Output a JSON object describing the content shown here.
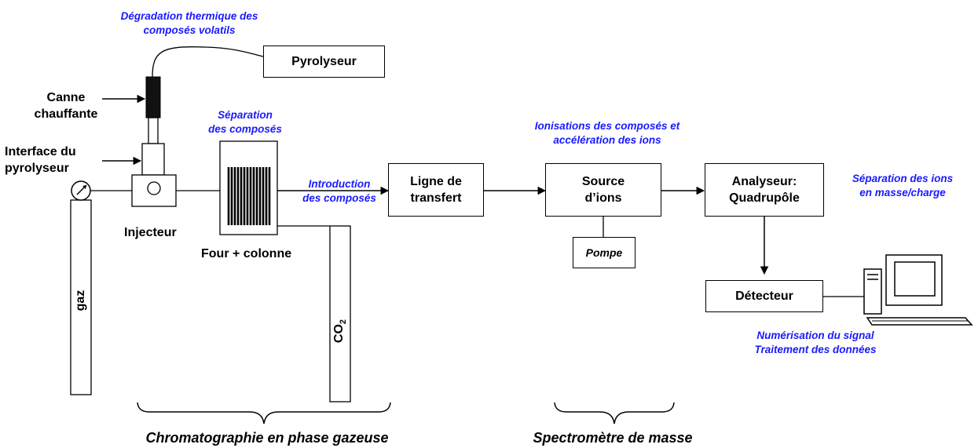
{
  "annotations": {
    "thermal_degradation": "Dégradation thermique des\ncomposés volatils",
    "compound_separation": "Séparation\ndes composés",
    "introduction": "Introduction\ndes composés",
    "ionisation": "Ionisations des composés et\naccélération des ions",
    "ion_separation": "Séparation des ions\nen masse/charge",
    "digitisation": "Numérisation du signal\nTraitement des données"
  },
  "labels": {
    "heated_rod": "Canne\nchauffante",
    "pyrolyser_interface": "Interface du\npyrolyseur",
    "injector": "Injecteur",
    "oven_column": "Four + colonne",
    "gas": "gaz",
    "co2": "CO",
    "co2_sub": "2"
  },
  "boxes": {
    "pyrolyser": "Pyrolyseur",
    "transfer_line": "Ligne de\ntransfert",
    "ion_source": "Source\nd’ions",
    "pump": "Pompe",
    "analyser": "Analyseur:\nQuadrupôle",
    "detector": "Détecteur"
  },
  "sections": {
    "gc": "Chromatographie en phase gazeuse",
    "ms": "Spectromètre de masse"
  }
}
